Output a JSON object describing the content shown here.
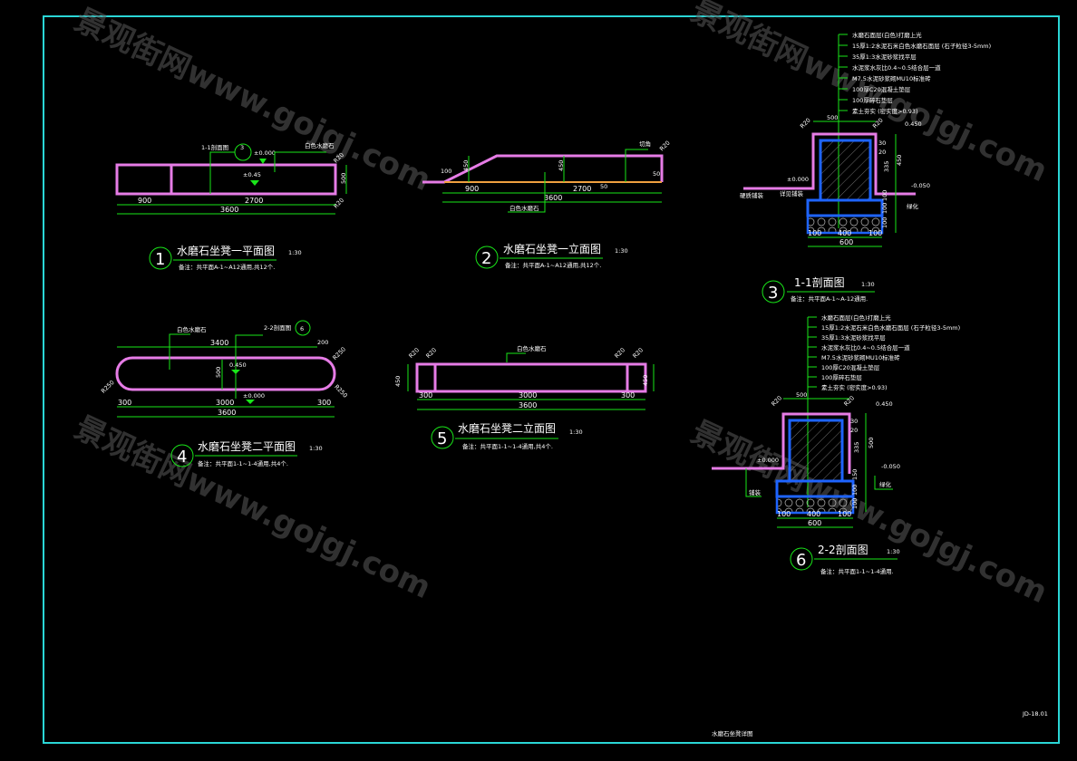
{
  "colors": {
    "frame": "#2ad6d6",
    "line": "#19e619",
    "outline": "#e67ce6",
    "structure": "#1e64ff",
    "text": "#ffffff"
  },
  "watermark": "景观街网www.gojgj.com",
  "sheet": {
    "title": "水磨石坐凳详图",
    "number": "JD-18.01"
  },
  "d1": {
    "num": "1",
    "title": "水磨石坐凳一平面图",
    "scale": "1:30",
    "note": "备注：共平面A-1~A12通用,共12个.",
    "section_tag": "1-1剖面图",
    "section_ref": "3",
    "elev_top": "±0.000",
    "elev": "±0.45",
    "leader": "白色水磨石",
    "r1": "R20",
    "r2": "R20",
    "h": "500",
    "d_a": "900",
    "d_b": "2700",
    "d_total": "3600"
  },
  "d2": {
    "num": "2",
    "title": "水磨石坐凳一立面图",
    "scale": "1:30",
    "note": "备注：共平面A-1~A12通用,共12个.",
    "leader_top": "切角",
    "r": "R20",
    "leader_bottom": "白色水磨石",
    "h1": "100",
    "h2": "450",
    "h3": "450",
    "h4": "50",
    "d_a": "900",
    "d_b": "2700",
    "d_total": "3600",
    "mark": "50"
  },
  "d3": {
    "num": "3",
    "title": "1-1剖面图",
    "scale": "1:30",
    "note": "备注：共平面A-1~A-12通用.",
    "layers": [
      "水磨石面层(白色)打磨上光",
      "15厚1:2水泥石米白色水磨石面层 (石子粒径3-5mm)",
      "35厚1:3水泥砂浆找平层",
      "水泥浆水灰比0.4~0.5结合层一道",
      "M7.5水泥砂浆砌MU10标准砖",
      "100厚C20混凝土垫层",
      "100厚碎石垫层",
      "素土夯实 (密实度>0.93)"
    ],
    "top_w": "500",
    "r1": "R20",
    "r2": "R20",
    "elev_top": "0.450",
    "elev_zero": "±0.000",
    "elev_low": "-0.050",
    "left_label1": "硬质铺装",
    "left_label2": "详见铺装",
    "right_label": "绿化",
    "v1": "30",
    "v2": "20",
    "v3": "335",
    "v4": "450",
    "v5": "100",
    "v6": "100",
    "v7": "100",
    "w1": "100",
    "w2": "400",
    "w3": "100",
    "w_total": "600"
  },
  "d4": {
    "num": "4",
    "title": "水磨石坐凳二平面图",
    "scale": "1:30",
    "note": "备注：共平面1-1~1-4通用,共4个.",
    "section_tag": "2-2剖面图",
    "section_ref": "6",
    "leader": "白色水磨石",
    "elev": "0.450",
    "elev_zero": "±0.000",
    "h": "500",
    "r_left": "R250",
    "r_right1": "R250",
    "r_right2": "R250",
    "top_a": "3400",
    "top_b": "200",
    "d_a": "300",
    "d_b": "3000",
    "d_c": "300",
    "d_total": "3600"
  },
  "d5": {
    "num": "5",
    "title": "水磨石坐凳二立面图",
    "scale": "1:30",
    "note": "备注：共平面1-1~1-4通用,共4个.",
    "leader": "白色水磨石",
    "r1": "R20",
    "r2": "R20",
    "r3": "R20",
    "r4": "R20",
    "h_left": "450",
    "h_right": "450",
    "d_a": "300",
    "d_b": "3000",
    "d_c": "300",
    "d_total": "3600"
  },
  "d6": {
    "num": "6",
    "title": "2-2剖面图",
    "scale": "1:30",
    "note": "备注：共平面1-1~1-4通用.",
    "layers": [
      "水磨石面层(白色)打磨上光",
      "15厚1:2水泥石米白色水磨石面层 (石子粒径3-5mm)",
      "35厚1:3水泥砂浆找平层",
      "水泥浆水灰比0.4~0.5结合层一道",
      "M7.5水泥砂浆砌MU10标准砖",
      "100厚C20混凝土垫层",
      "100厚碎石垫层",
      "素土夯实 (密实度>0.93)"
    ],
    "top_w": "500",
    "r1": "R20",
    "r2": "R20",
    "elev_top": "0.450",
    "elev_zero": "±0.000",
    "elev_low": "-0.050",
    "left_label": "铺装",
    "right_label": "绿化",
    "v1": "30",
    "v2": "20",
    "v3": "335",
    "v4": "500",
    "v5": "150",
    "v6": "100",
    "v7": "100",
    "w1": "100",
    "w2": "400",
    "w3": "100",
    "w_total": "600"
  }
}
